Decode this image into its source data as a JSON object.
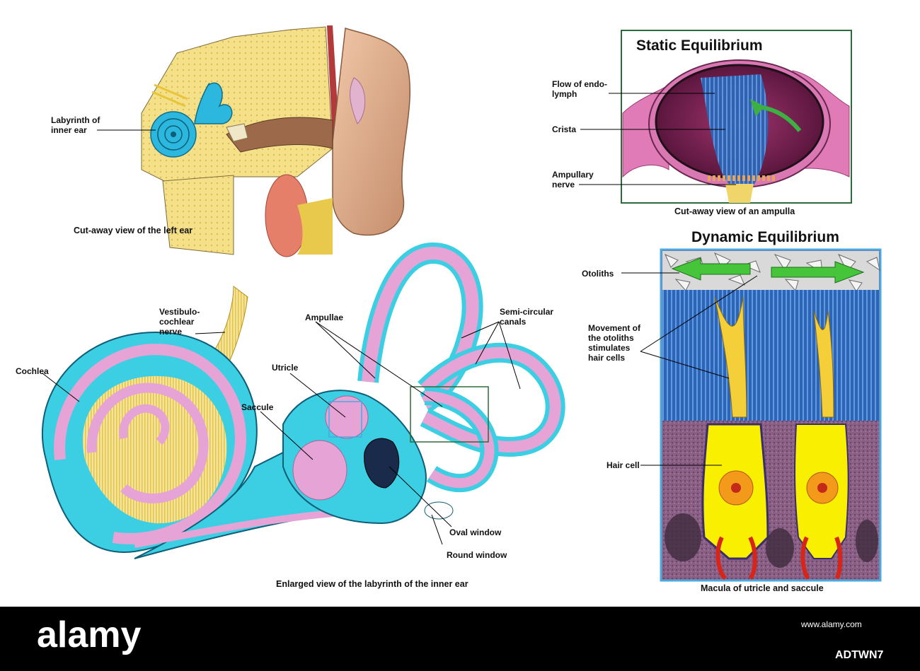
{
  "panels": {
    "static": {
      "title": "Static Equilibrium",
      "caption": "Cut-away view of an ampulla",
      "labels": {
        "flow": "Flow of endo-\nlymph",
        "crista": "Crista",
        "ampullary_nerve": "Ampullary\nnerve"
      }
    },
    "dynamic": {
      "title": "Dynamic Equilibrium",
      "caption": "Macula of utricle and saccule",
      "labels": {
        "otoliths": "Otoliths",
        "movement": "Movement of\nthe otoliths\nstimulates\nhair cells",
        "hair_cell": "Hair cell"
      }
    },
    "ear": {
      "caption": "Cut-away view of the left ear",
      "labels": {
        "labyrinth": "Labyrinth of\ninner ear"
      }
    },
    "labyrinth": {
      "caption": "Enlarged view of the labyrinth of the inner ear",
      "labels": {
        "vestibulo": "Vestibulo-\ncochlear\nnerve",
        "cochlea": "Cochlea",
        "ampullae": "Ampullae",
        "semi": "Semi-circular\ncanals",
        "utricle": "Utricle",
        "saccule": "Saccule",
        "oval": "Oval window",
        "round": "Round window"
      }
    }
  },
  "footer": {
    "logo_text": "alamy",
    "image_id": "ADTWN7",
    "url": "www.alamy.com"
  },
  "colors": {
    "labyrinth_pink": "#e6a3d6",
    "labyrinth_cyan": "#3ccfe3",
    "nerve_yellow": "#f2d64b",
    "static_frame": "#2e6b3a",
    "dynamic_frame": "#4aa9df",
    "crista_blue": "#2f74d6",
    "footer_black": "#000000"
  }
}
